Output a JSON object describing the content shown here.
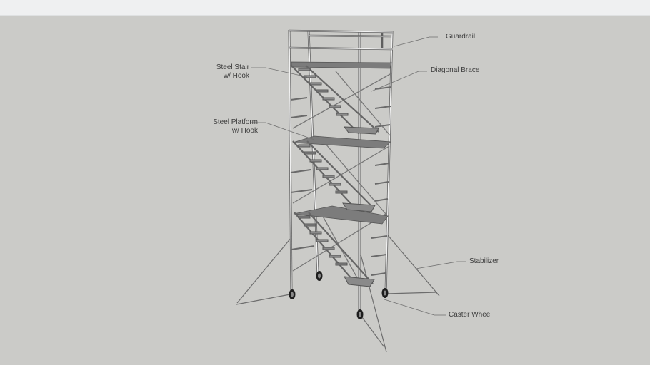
{
  "diagram": {
    "subject": "Mobile scaffold tower with stairs",
    "background_color": "#cbcbc8",
    "frame_color": "#f2f2f2",
    "frame_outline": "#6a6a6a",
    "platform_color": "#7e7e7e",
    "labels": {
      "guardrail": "Guardrail",
      "diagonal_brace": "Diagonal Brace",
      "steel_stair_line1": "Steel Stair",
      "steel_stair_line2": "w/ Hook",
      "steel_platform_line1": "Steel Platform",
      "steel_platform_line2": "w/ Hook",
      "stabilizer": "Stabilizer",
      "caster_wheel": "Caster Wheel"
    }
  }
}
